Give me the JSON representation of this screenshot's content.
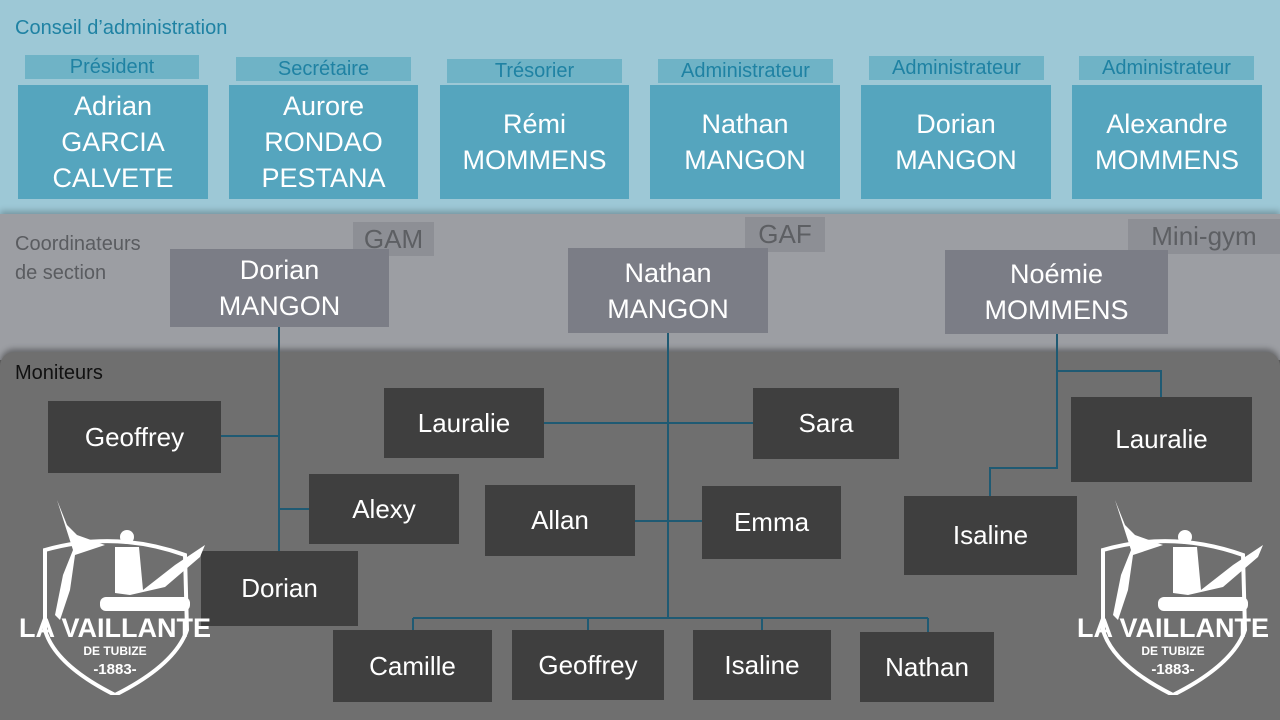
{
  "sections": {
    "board": "Conseil d’administration",
    "coordinators": "Coordinateurs\nde section",
    "monitors": "Moniteurs"
  },
  "board": [
    {
      "role": "Président",
      "name": "Adrian\nGARCIA\nCALVETE"
    },
    {
      "role": "Secrétaire",
      "name": "Aurore\nRONDAO\nPESTANA"
    },
    {
      "role": "Trésorier",
      "name": "Rémi\nMOMMENS"
    },
    {
      "role": "Administrateur",
      "name": "Nathan\nMANGON"
    },
    {
      "role": "Administrateur",
      "name": "Dorian\nMANGON"
    },
    {
      "role": "Administrateur",
      "name": "Alexandre\nMOMMENS"
    }
  ],
  "coordinators": [
    {
      "section": "GAM",
      "name": "Dorian\nMANGON"
    },
    {
      "section": "GAF",
      "name": "Nathan\nMANGON"
    },
    {
      "section": "Mini-gym",
      "name": "Noémie\nMOMMENS"
    }
  ],
  "monitors": {
    "gam": [
      "Geoffrey",
      "Alexy",
      "Dorian"
    ],
    "gaf": [
      "Lauralie",
      "Sara",
      "Allan",
      "Emma",
      "Camille",
      "Geoffrey",
      "Isaline",
      "Nathan"
    ],
    "minigym": [
      "Lauralie",
      "Isaline"
    ]
  },
  "logo": {
    "name": "LA VAILLANTE",
    "subtitle": "DE TUBIZE",
    "year": "-1883-"
  },
  "colors": {
    "board_band": "#9dc8d6",
    "board_box": "#55a5be",
    "coord_band": "#9c9ea3",
    "coord_box": "#7b7d86",
    "monitor_band": "#6f6f6f",
    "monitor_box": "#3f3f3f",
    "connector": "#1f5a73"
  }
}
